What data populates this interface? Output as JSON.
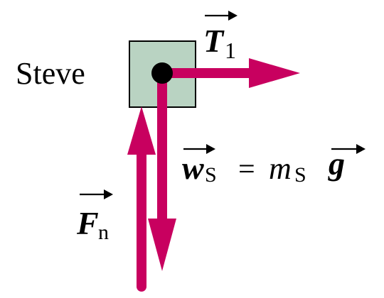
{
  "object_name": "Steve",
  "forces": {
    "tension": {
      "symbol": "T",
      "subscript": "1"
    },
    "weight": {
      "symbol": "w",
      "subscript": "S",
      "equals": "=",
      "mass_symbol": "m",
      "mass_subscript": "S",
      "gravity_symbol": "g"
    },
    "normal": {
      "symbol": "F",
      "subscript": "n"
    }
  },
  "colors": {
    "arrow": "#c8005f",
    "box_fill": "#b9d3c2",
    "box_stroke": "#000000",
    "point": "#000000",
    "text": "#000000"
  }
}
